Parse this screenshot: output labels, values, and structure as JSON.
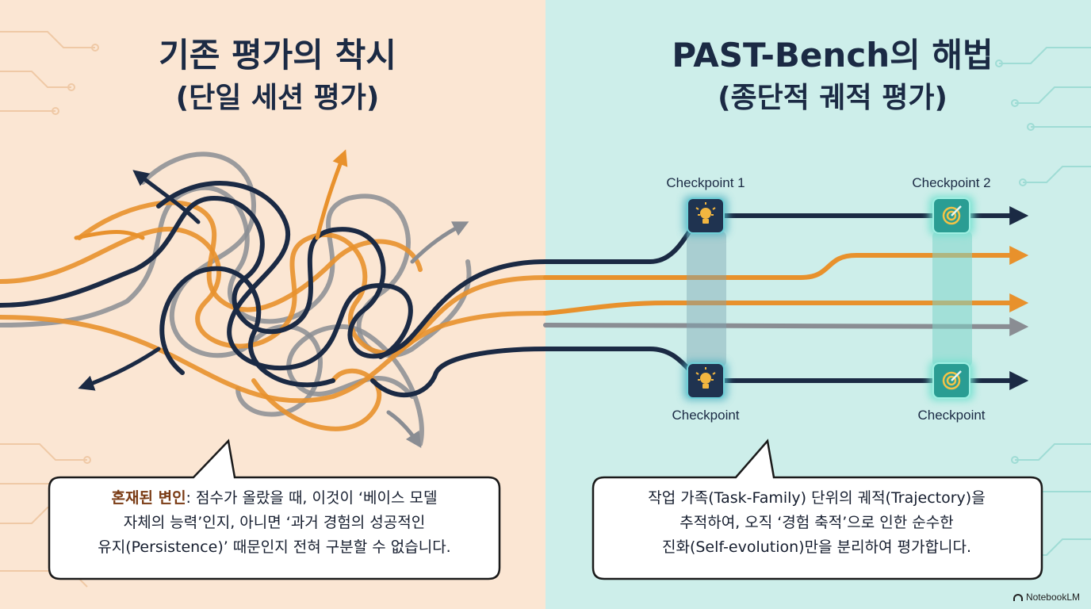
{
  "left": {
    "title": "기존 평가의 착시",
    "subtitle": "(단일 세션 평가)",
    "callout": {
      "highlight": "혼재된 변인",
      "line1_rest": ": 점수가 올랐을 때, 이것이 ‘베이스 모델",
      "line2": "자체의 능력’인지, 아니면 ‘과거 경험의 성공적인",
      "line3": "유지(Persistence)’ 때문인지 전혀 구분할 수 없습니다."
    }
  },
  "right": {
    "title": "PAST-Bench의 해법",
    "subtitle": "(종단적 궤적 평가)",
    "checkpoints": {
      "top_1": "Checkpoint 1",
      "top_2": "Checkpoint 2",
      "bottom_1": "Checkpoint",
      "bottom_2": "Checkpoint"
    },
    "callout": {
      "line1": "작업 가족(Task-Family) 단위의 궤적(Trajectory)을",
      "line2": "추적하여, 오직 ‘경험 축적’으로 인한 순수한",
      "line3": "진화(Self-evolution)만을 분리하여 평가합니다."
    }
  },
  "icons": [
    "lightbulb-icon",
    "target-icon"
  ],
  "colors": {
    "navy": "#1b2a44",
    "orange": "#e8912c",
    "gray": "#8a8d93",
    "teal": "#2f9e95"
  },
  "watermark": "NotebookLM"
}
